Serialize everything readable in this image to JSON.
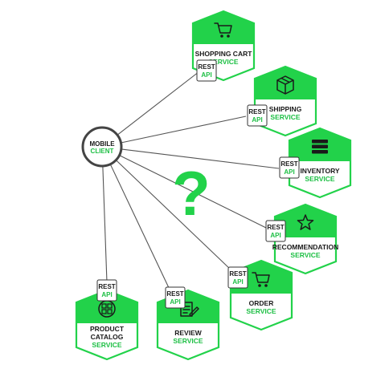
{
  "colors": {
    "accent": "#22d24a",
    "accent_text": "#1dbf44",
    "line": "#555555",
    "client_border": "#444444",
    "dark_text": "#1a1a1a"
  },
  "client": {
    "line1": "MOBILE",
    "line2": "CLIENT"
  },
  "question_mark": "?",
  "api_badge": {
    "top": "REST",
    "bottom": "API"
  },
  "services": [
    {
      "id": "shopping-cart",
      "name_lines": [
        "SHOPPING CART"
      ],
      "kind": "SERVICE",
      "icon": "cart-icon"
    },
    {
      "id": "shipping",
      "name_lines": [
        "SHIPPING"
      ],
      "kind": "SERVICE",
      "icon": "box-icon"
    },
    {
      "id": "inventory",
      "name_lines": [
        "INVENTORY"
      ],
      "kind": "SERVICE",
      "icon": "stack-icon"
    },
    {
      "id": "recommendation",
      "name_lines": [
        "RECOMMENDATION"
      ],
      "kind": "SERVICE",
      "icon": "star-icon"
    },
    {
      "id": "order",
      "name_lines": [
        "ORDER"
      ],
      "kind": "SERVICE",
      "icon": "cart-icon"
    },
    {
      "id": "review",
      "name_lines": [
        "REVIEW"
      ],
      "kind": "SERVICE",
      "icon": "review-icon"
    },
    {
      "id": "product-catalog",
      "name_lines": [
        "PRODUCT",
        "CATALOG"
      ],
      "kind": "SERVICE",
      "icon": "grid-icon"
    }
  ]
}
